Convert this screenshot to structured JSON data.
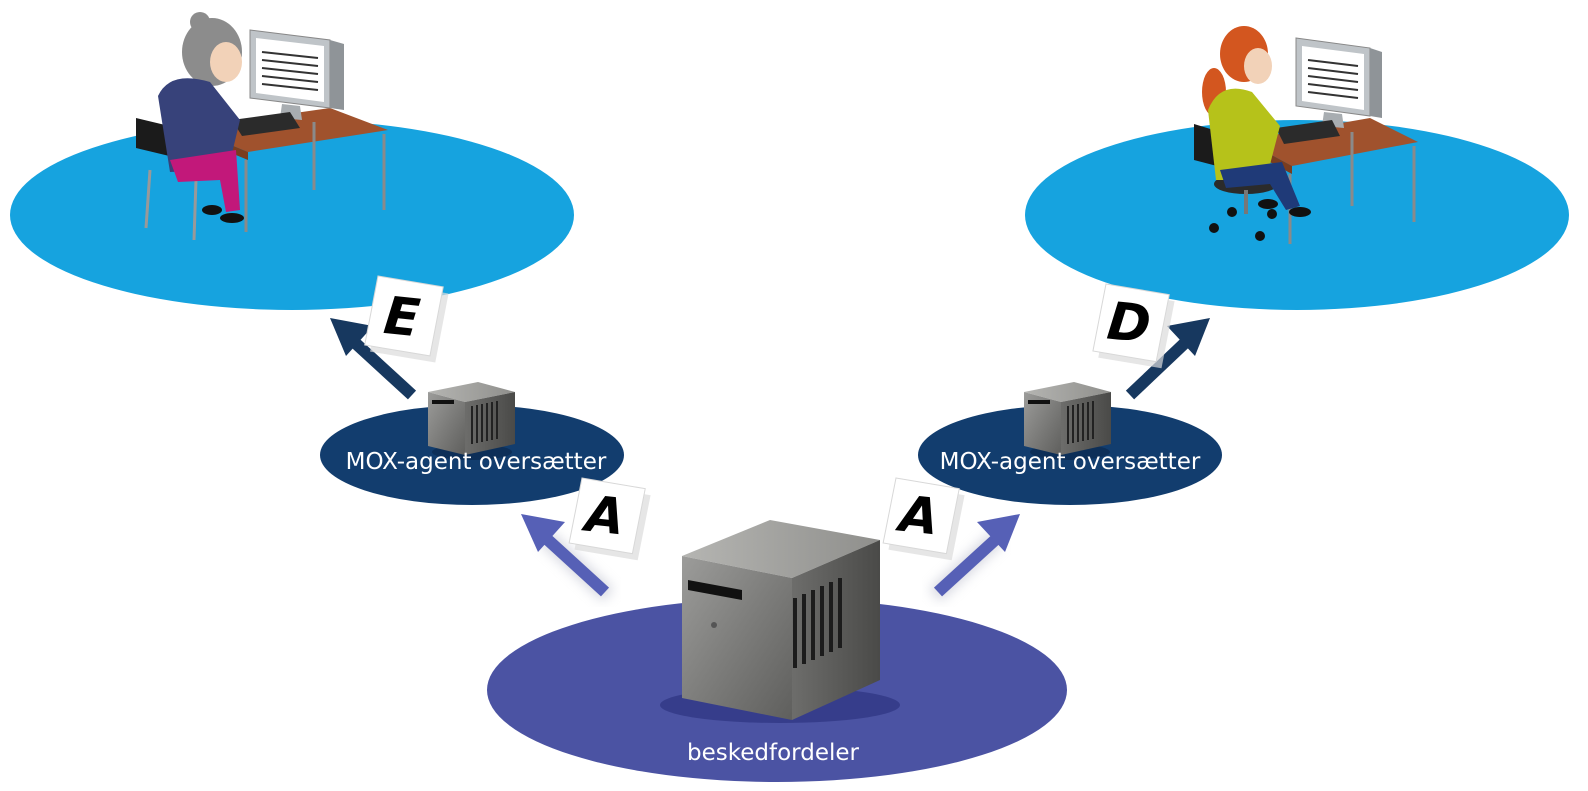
{
  "nodes": {
    "left_agent": {
      "label": "MOX-agent oversætter"
    },
    "right_agent": {
      "label": "MOX-agent oversætter"
    },
    "distributor": {
      "label": "beskedfordeler"
    }
  },
  "message_tags": {
    "left_in": "A",
    "right_in": "A",
    "left_out": "E",
    "right_out": "D"
  },
  "colors": {
    "user_disc": "#16a3df",
    "agent_disc": "#123d6e",
    "distributor_disc": "#4b53a3",
    "arrow_light": "#5660b6",
    "arrow_dark": "#17385f",
    "server_metal": "#8a8a88"
  }
}
